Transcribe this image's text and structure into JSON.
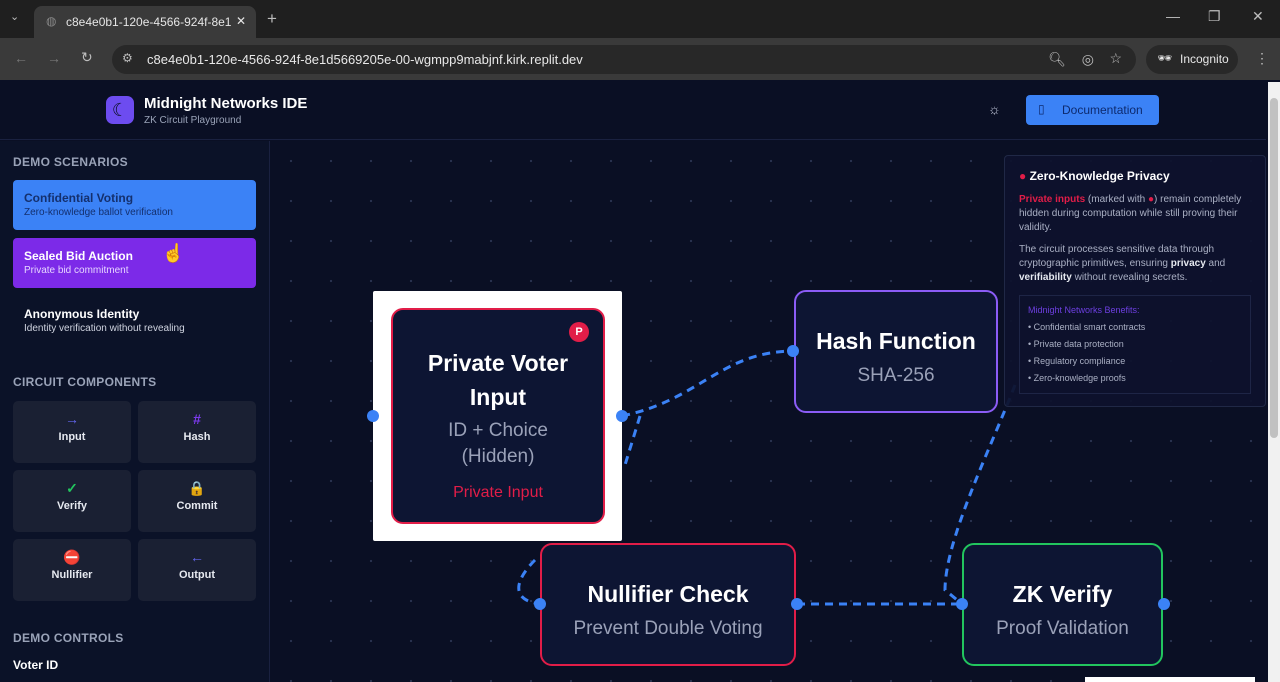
{
  "browser": {
    "tab_title": "c8e4e0b1-120e-4566-924f-8e1",
    "url": "c8e4e0b1-120e-4566-924f-8e1d5669205e-00-wgmpp9mabjnf.kirk.replit.dev",
    "incognito": "Incognito"
  },
  "header": {
    "title": "Midnight Networks IDE",
    "subtitle": "ZK Circuit Playground",
    "doc_button": "Documentation"
  },
  "sidebar": {
    "scenarios_title": "DEMO SCENARIOS",
    "scenarios": [
      {
        "title": "Confidential Voting",
        "desc": "Zero-knowledge ballot verification"
      },
      {
        "title": "Sealed Bid Auction",
        "desc": "Private bid commitment"
      },
      {
        "title": "Anonymous Identity",
        "desc": "Identity verification without revealing"
      }
    ],
    "components_title": "CIRCUIT COMPONENTS",
    "components": [
      {
        "icon": "→",
        "label": "Input"
      },
      {
        "icon": "#",
        "label": "Hash"
      },
      {
        "icon": "✓",
        "label": "Verify"
      },
      {
        "icon": "🔒",
        "label": "Commit"
      },
      {
        "icon": "⛔",
        "label": "Nullifier"
      },
      {
        "icon": "←",
        "label": "Output"
      }
    ],
    "controls_title": "DEMO CONTROLS",
    "voter_id_label": "Voter ID"
  },
  "nodes": {
    "private": {
      "title": "Private Voter Input",
      "sub": "ID + Choice (Hidden)",
      "tag": "Private Input",
      "badge": "P"
    },
    "hash": {
      "title": "Hash Function",
      "sub": "SHA-256"
    },
    "nullifier": {
      "title": "Nullifier Check",
      "sub": "Prevent Double Voting"
    },
    "zk": {
      "title": "ZK Verify",
      "sub": "Proof Validation"
    }
  },
  "info": {
    "title": "Zero-Knowledge Privacy",
    "p1_em": "Private inputs",
    "p1_a": "(marked with",
    "p1_b": ") remain completely hidden during computation while still proving their validity.",
    "p2_a": "The circuit processes sensitive data through cryptographic primitives, ensuring",
    "p2_privacy": "privacy",
    "p2_and": "and",
    "p2_verif": "verifiability",
    "p2_b": "without revealing secrets.",
    "benefits_title": "Midnight Networks Benefits:",
    "benefits": [
      "• Confidential smart contracts",
      "• Private data protection",
      "• Regulatory compliance",
      "• Zero-knowledge proofs"
    ]
  },
  "colors": {
    "accent": "#3b82f6",
    "private": "#e11d48",
    "hash": "#8b5cf6",
    "verify": "#22c55e"
  }
}
